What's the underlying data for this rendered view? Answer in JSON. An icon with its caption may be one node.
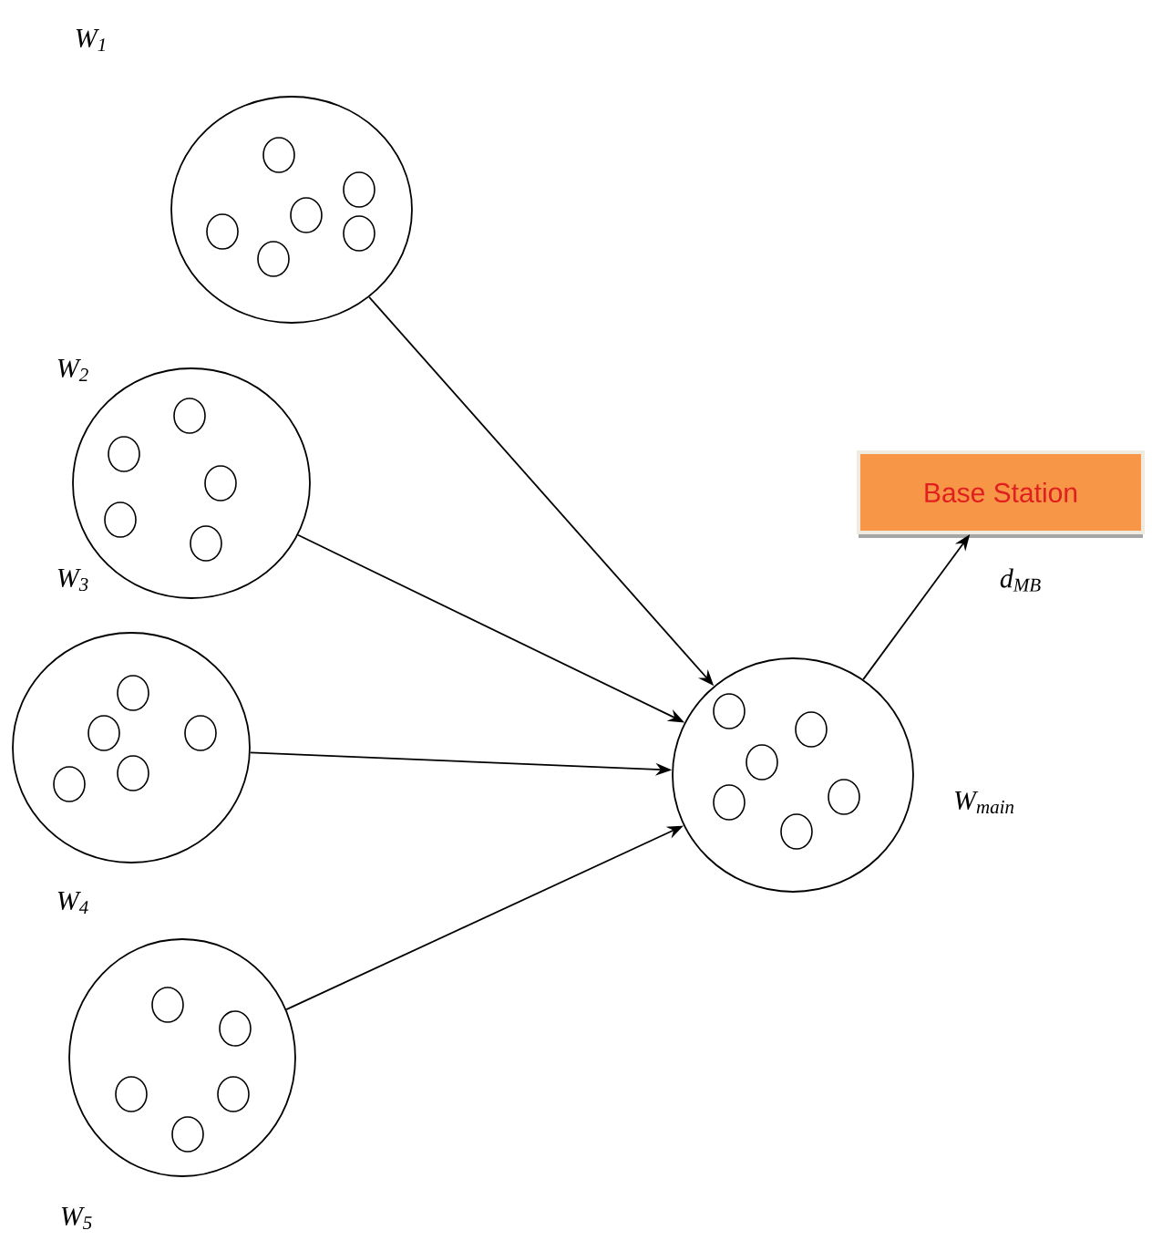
{
  "diagram": {
    "nodes": [
      {
        "text": [],
        "shape": "circle"
      },
      {
        "text": [],
        "shape": "circle"
      },
      {
        "text": [],
        "shape": "circle"
      },
      {
        "text": [],
        "shape": "circle"
      },
      {
        "text": [],
        "shape": "circle",
        "beside": [
          "W$_{main}$"
        ]
      },
      {
        "text": [
          "Base Station"
        ]
      }
    ],
    "edges": [
      {
        "from": 0,
        "to": 4,
        "arrow": "to"
      },
      {
        "from": 1,
        "to": 4,
        "arrow": "to"
      },
      {
        "from": 2,
        "to": 4,
        "arrow": "to"
      },
      {
        "from": 3,
        "to": 4,
        "arrow": "to"
      },
      {
        "from": 4,
        "to": 5,
        "arrow": "to",
        "label": "d$_{MB}$"
      }
    ],
    "labels": [
      "W$_{1}$",
      "W$_{2}$",
      "W$_{3}$",
      "W$_{4}$",
      "W$_{5}$"
    ]
  }
}
